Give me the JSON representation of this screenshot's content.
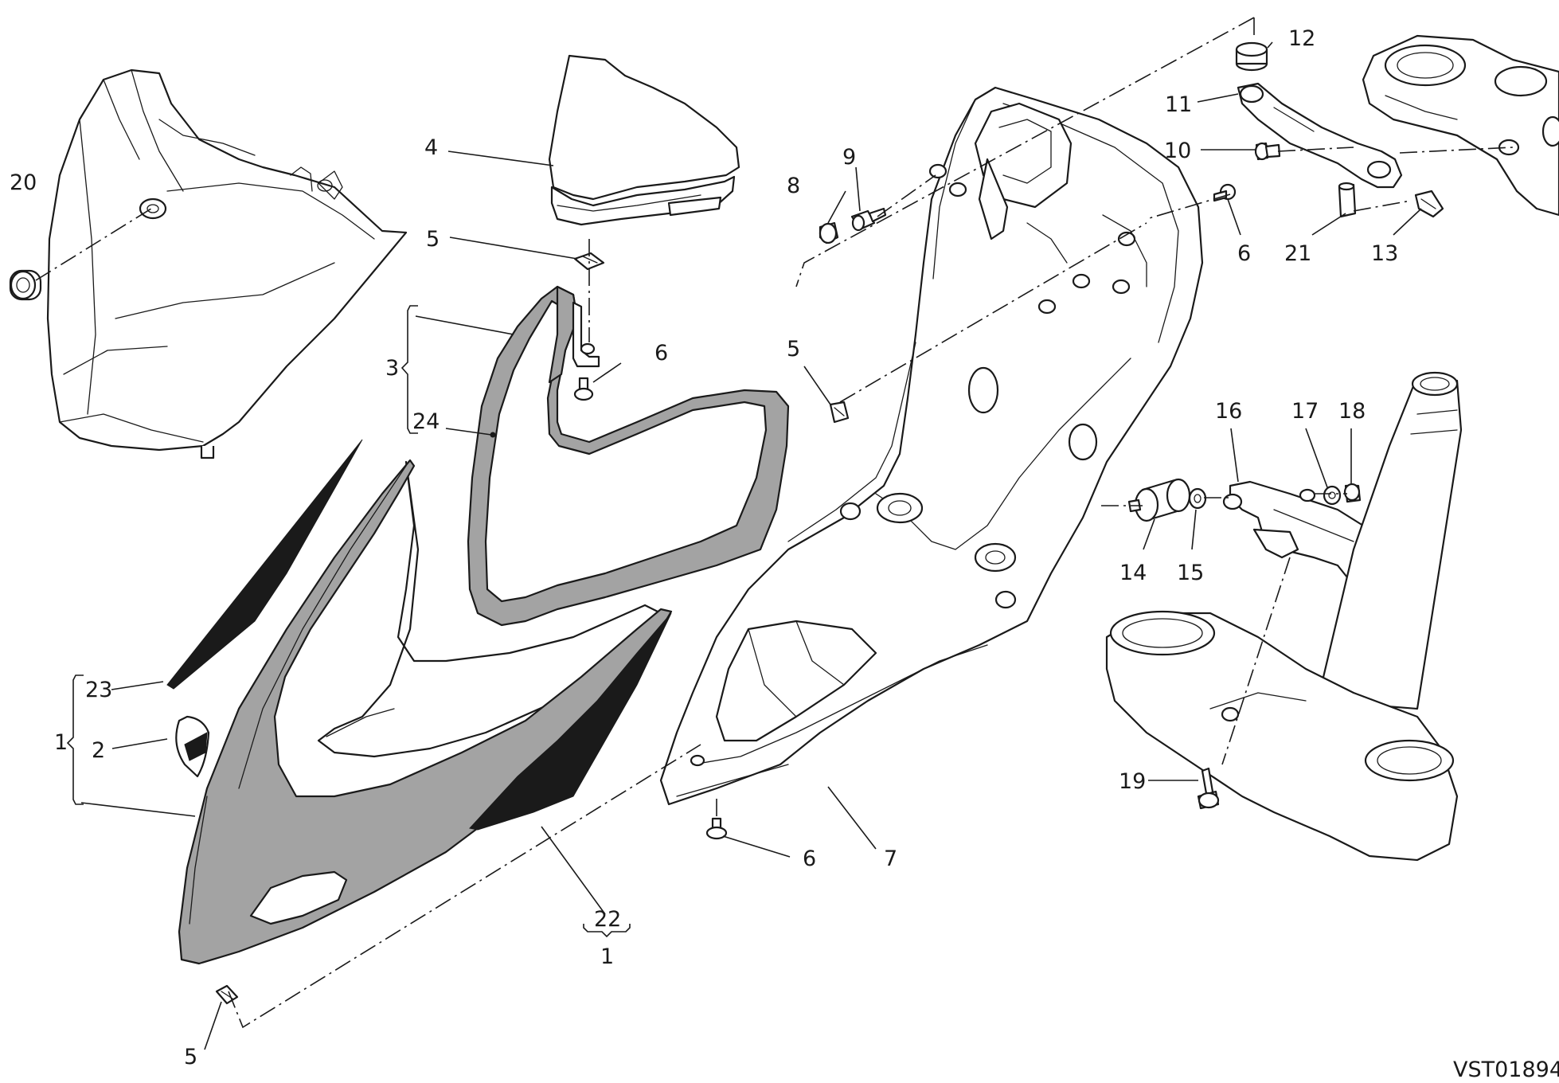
{
  "callouts": [
    {
      "id": "c20",
      "text": "20"
    },
    {
      "id": "c4",
      "text": "4"
    },
    {
      "id": "c5a",
      "text": "5"
    },
    {
      "id": "c3",
      "text": "3"
    },
    {
      "id": "c24",
      "text": "24"
    },
    {
      "id": "c6a",
      "text": "6"
    },
    {
      "id": "c23",
      "text": "23"
    },
    {
      "id": "c1a",
      "text": "1"
    },
    {
      "id": "c2",
      "text": "2"
    },
    {
      "id": "c22",
      "text": "22"
    },
    {
      "id": "c1b",
      "text": "1"
    },
    {
      "id": "c5b",
      "text": "5"
    },
    {
      "id": "c8",
      "text": "8"
    },
    {
      "id": "c9",
      "text": "9"
    },
    {
      "id": "c5c",
      "text": "5"
    },
    {
      "id": "c6b",
      "text": "6"
    },
    {
      "id": "c7",
      "text": "7"
    },
    {
      "id": "c12",
      "text": "12"
    },
    {
      "id": "c11",
      "text": "11"
    },
    {
      "id": "c10",
      "text": "10"
    },
    {
      "id": "c6c",
      "text": "6"
    },
    {
      "id": "c21",
      "text": "21"
    },
    {
      "id": "c13",
      "text": "13"
    },
    {
      "id": "c16",
      "text": "16"
    },
    {
      "id": "c17",
      "text": "17"
    },
    {
      "id": "c18",
      "text": "18"
    },
    {
      "id": "c14",
      "text": "14"
    },
    {
      "id": "c15",
      "text": "15"
    },
    {
      "id": "c19",
      "text": "19"
    }
  ],
  "drawing_code": "VST01894",
  "colors": {
    "line": "#1a1a1a",
    "fairing_grey": "#a3a3a3",
    "paper": "#ffffff"
  }
}
